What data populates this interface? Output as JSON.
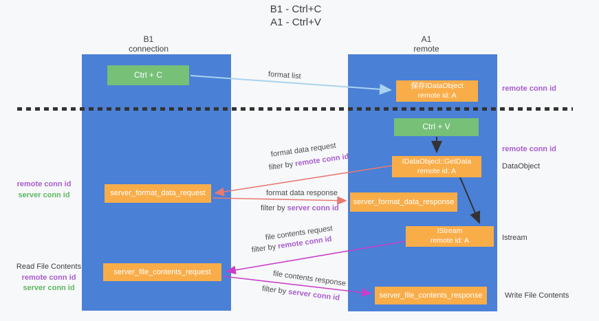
{
  "title": {
    "line1": "B1 - Ctrl+C",
    "line2": "A1 - Ctrl+V"
  },
  "lanes": {
    "left": {
      "title": "B1",
      "subtitle": "connection"
    },
    "right": {
      "title": "A1",
      "subtitle": "remote"
    }
  },
  "nodes": {
    "ctrl_c": {
      "label": "Ctrl + C"
    },
    "ctrl_v": {
      "label": "Ctrl + V"
    },
    "save_dataobject": {
      "line1": "保存IDataObject",
      "line2": "remote id: A"
    },
    "getdata": {
      "line1": "IDataObject::GetData",
      "line2": "remote id: A"
    },
    "istream": {
      "line1": "IStream",
      "line2": "remote id: A"
    },
    "server_format_data_request": {
      "label": "server_format_data_request"
    },
    "server_format_data_response": {
      "label": "server_format_data_response"
    },
    "server_file_contents_request": {
      "label": "server_file_contents_request"
    },
    "server_file_contents_response": {
      "label": "server_file_contents_response"
    }
  },
  "right_labels": {
    "remote_conn_id_top": "remote conn id",
    "remote_conn_id_mid": "remote conn id",
    "dataobject": "DataObject",
    "istream": "Istream",
    "write_file_contents": "Write File Contents"
  },
  "left_labels": {
    "remote_conn_id_1": "remote conn id",
    "server_conn_id_1": "server conn id",
    "read_file_contents": "Read File Contents",
    "remote_conn_id_2": "remote conn id",
    "server_conn_id_2": "server conn id"
  },
  "edge_labels": {
    "format_list": "format list",
    "format_data_request": "format data request",
    "format_data_response": "format data response",
    "file_contents_request": "file contents request",
    "file_contents_response": "file contents response",
    "filter_by": "filter by",
    "remote_conn_id": "remote conn id",
    "server_conn_id": "server conn id"
  },
  "colors": {
    "panel_blue": "#4a80d6",
    "box_green": "#76c078",
    "box_orange": "#f9ad49",
    "purple_label": "#a85dce",
    "green_label": "#5cb860",
    "arrow_blue": "#a9d3ee",
    "arrow_salmon": "#e87a72",
    "arrow_magenta": "#c93ec9",
    "arrow_black": "#333333",
    "background": "#f7f8fa"
  }
}
